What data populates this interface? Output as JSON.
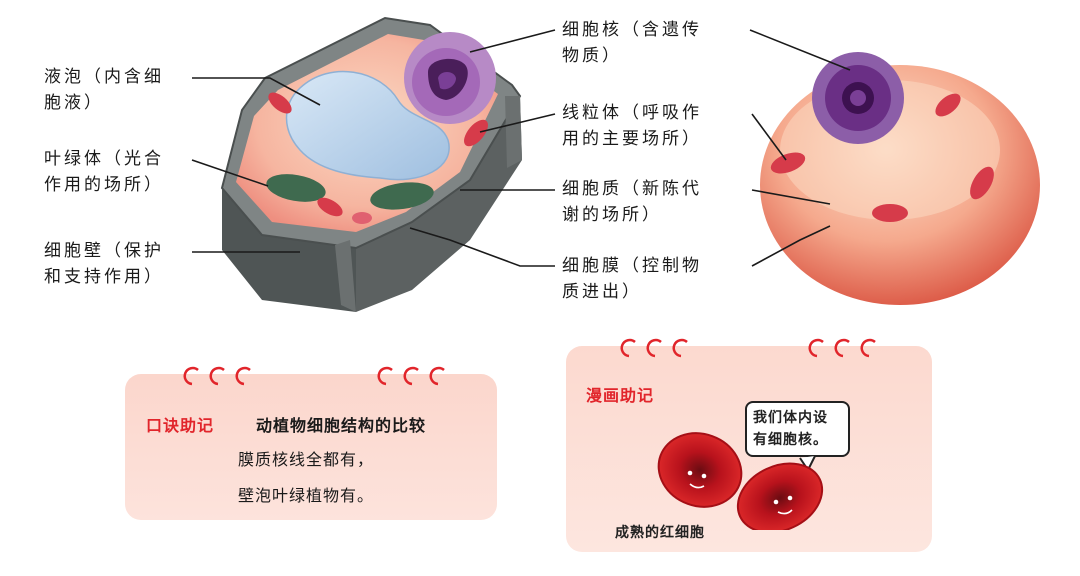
{
  "labels": {
    "vacuole": [
      "液泡（内含细",
      "胞液）"
    ],
    "chloroplast": [
      "叶绿体（光合",
      "作用的场所）"
    ],
    "cell_wall": [
      "细胞壁（保护",
      "和支持作用）"
    ],
    "nucleus": [
      "细胞核（含遗传",
      "物质）"
    ],
    "mitochondria": [
      "线粒体（呼吸作",
      "用的主要场所）"
    ],
    "cytoplasm": [
      "细胞质（新陈代",
      "谢的场所）"
    ],
    "membrane": [
      "细胞膜（控制物",
      "质进出）"
    ]
  },
  "mnemonic_card": {
    "tag": "口诀助记",
    "title": "动植物细胞结构的比较",
    "lines": [
      "膜质核线全都有，",
      "壁泡叶绿植物有。"
    ]
  },
  "comic_card": {
    "tag": "漫画助记",
    "bubble": [
      "我们体内设",
      "有细胞核。"
    ],
    "caption": "成熟的红细胞"
  },
  "colors": {
    "accent_red": "#e1252b",
    "card_pink": "#fbd6cc",
    "cell_wall_gray": "#5c6161",
    "vacuole_blue": "#b4cfe8",
    "nucleus_purple": "#7a3f96",
    "chloroplast_green": "#3f6a4f"
  }
}
